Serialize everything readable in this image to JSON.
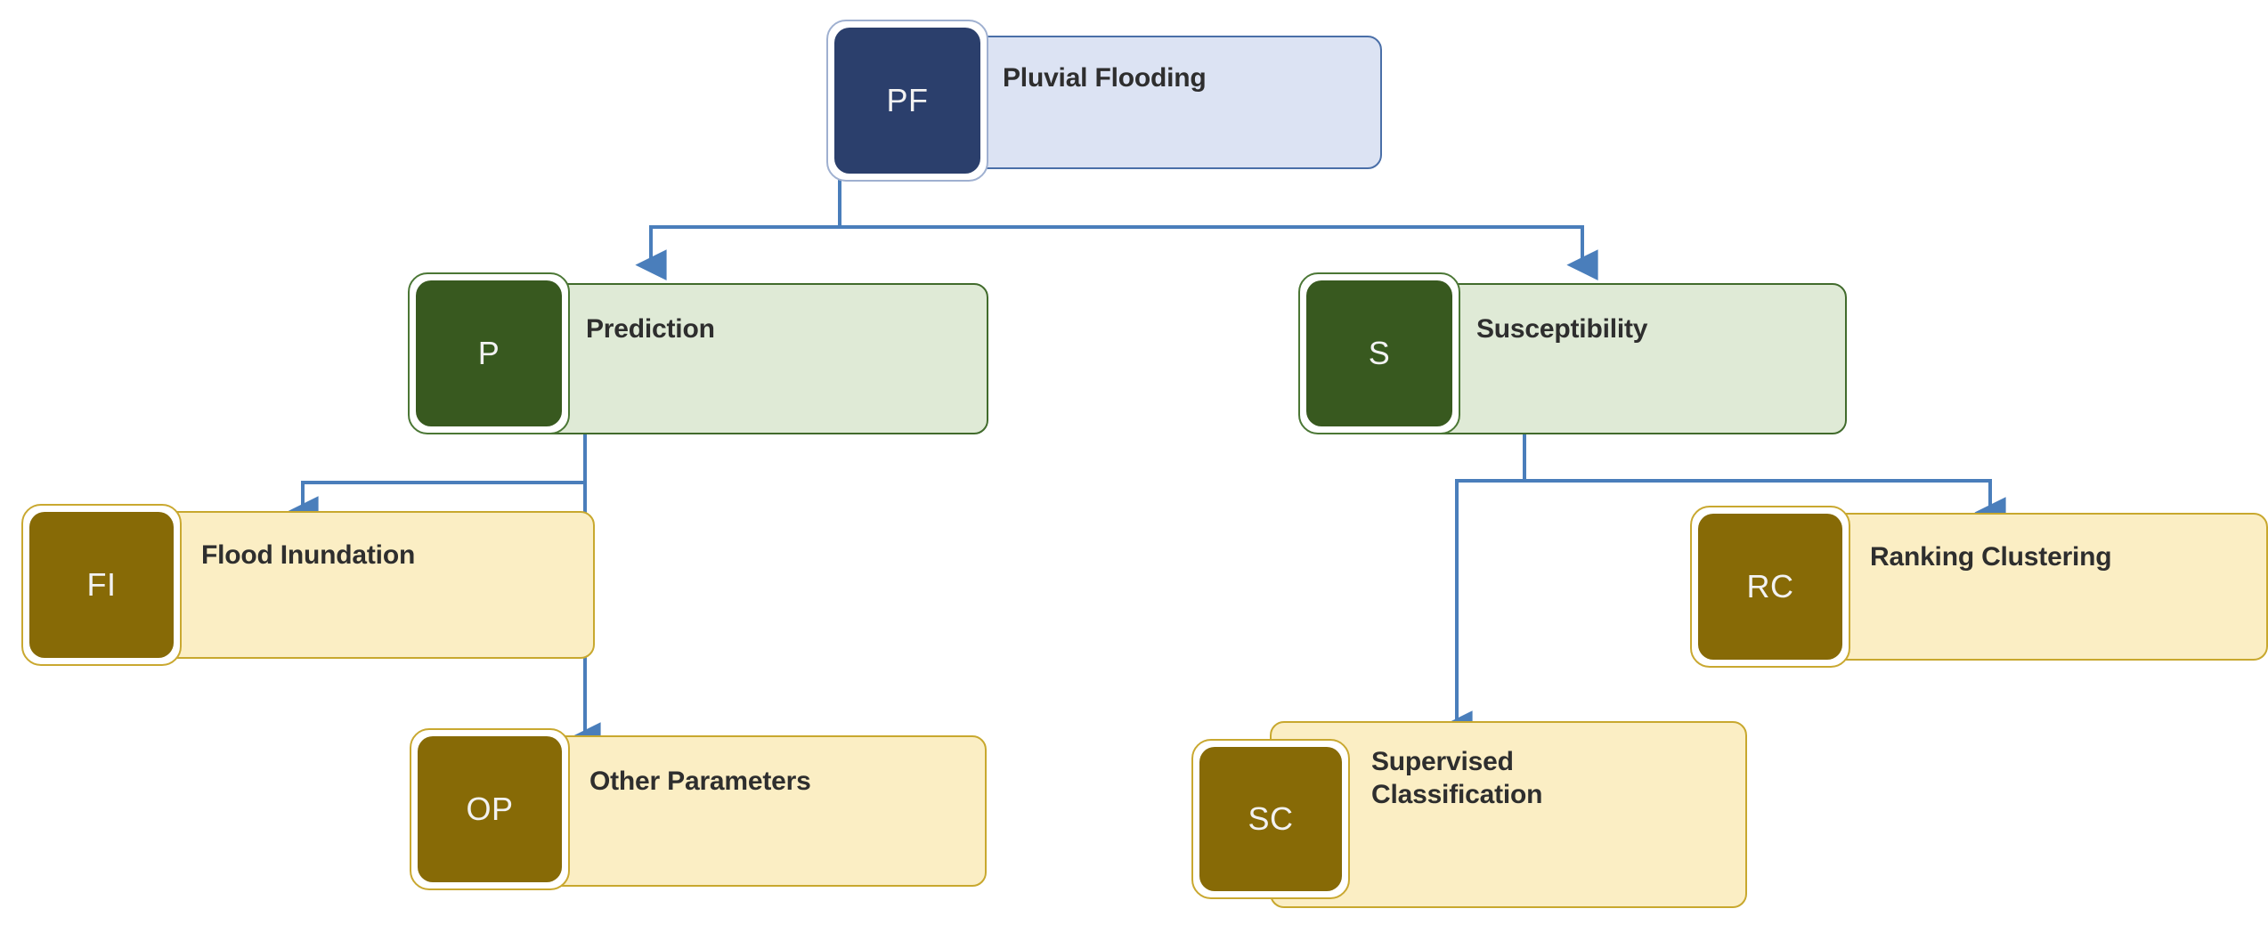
{
  "diagram": {
    "title": "Pluvial Flooding taxonomy",
    "type": "tree",
    "background_color": "#ffffff",
    "edge_color": "#4a7ebb",
    "palette": {
      "root_badge": "#2b3f6c",
      "root_body": "#dce3f3",
      "root_border": "#4a6fa8",
      "level2_badge": "#38591f",
      "level2_body": "#dfead6",
      "level2_border": "#416b2c",
      "level3_badge": "#876a06",
      "level3_body": "#fbeec4",
      "level3_border": "#c8a82e",
      "label_text": "#2e2e2e",
      "badge_text": "#f2f2f2"
    },
    "nodes": [
      {
        "id": "PF",
        "abbr": "PF",
        "label": "Pluvial Flooding",
        "level": 1,
        "parent": null
      },
      {
        "id": "P",
        "abbr": "P",
        "label": "Prediction",
        "level": 2,
        "parent": "PF"
      },
      {
        "id": "S",
        "abbr": "S",
        "label": "Susceptibility",
        "level": 2,
        "parent": "PF"
      },
      {
        "id": "FI",
        "abbr": "FI",
        "label": "Flood Inundation",
        "level": 3,
        "parent": "P"
      },
      {
        "id": "OP",
        "abbr": "OP",
        "label": "Other Parameters",
        "level": 3,
        "parent": "P"
      },
      {
        "id": "SC",
        "abbr": "SC",
        "label": "Supervised\nClassification",
        "level": 3,
        "parent": "S"
      },
      {
        "id": "RC",
        "abbr": "RC",
        "label": "Ranking Clustering",
        "level": 3,
        "parent": "S"
      }
    ],
    "edges": [
      {
        "from": "PF",
        "to": "P"
      },
      {
        "from": "PF",
        "to": "S"
      },
      {
        "from": "P",
        "to": "FI"
      },
      {
        "from": "P",
        "to": "OP"
      },
      {
        "from": "S",
        "to": "SC"
      },
      {
        "from": "S",
        "to": "RC"
      }
    ]
  }
}
